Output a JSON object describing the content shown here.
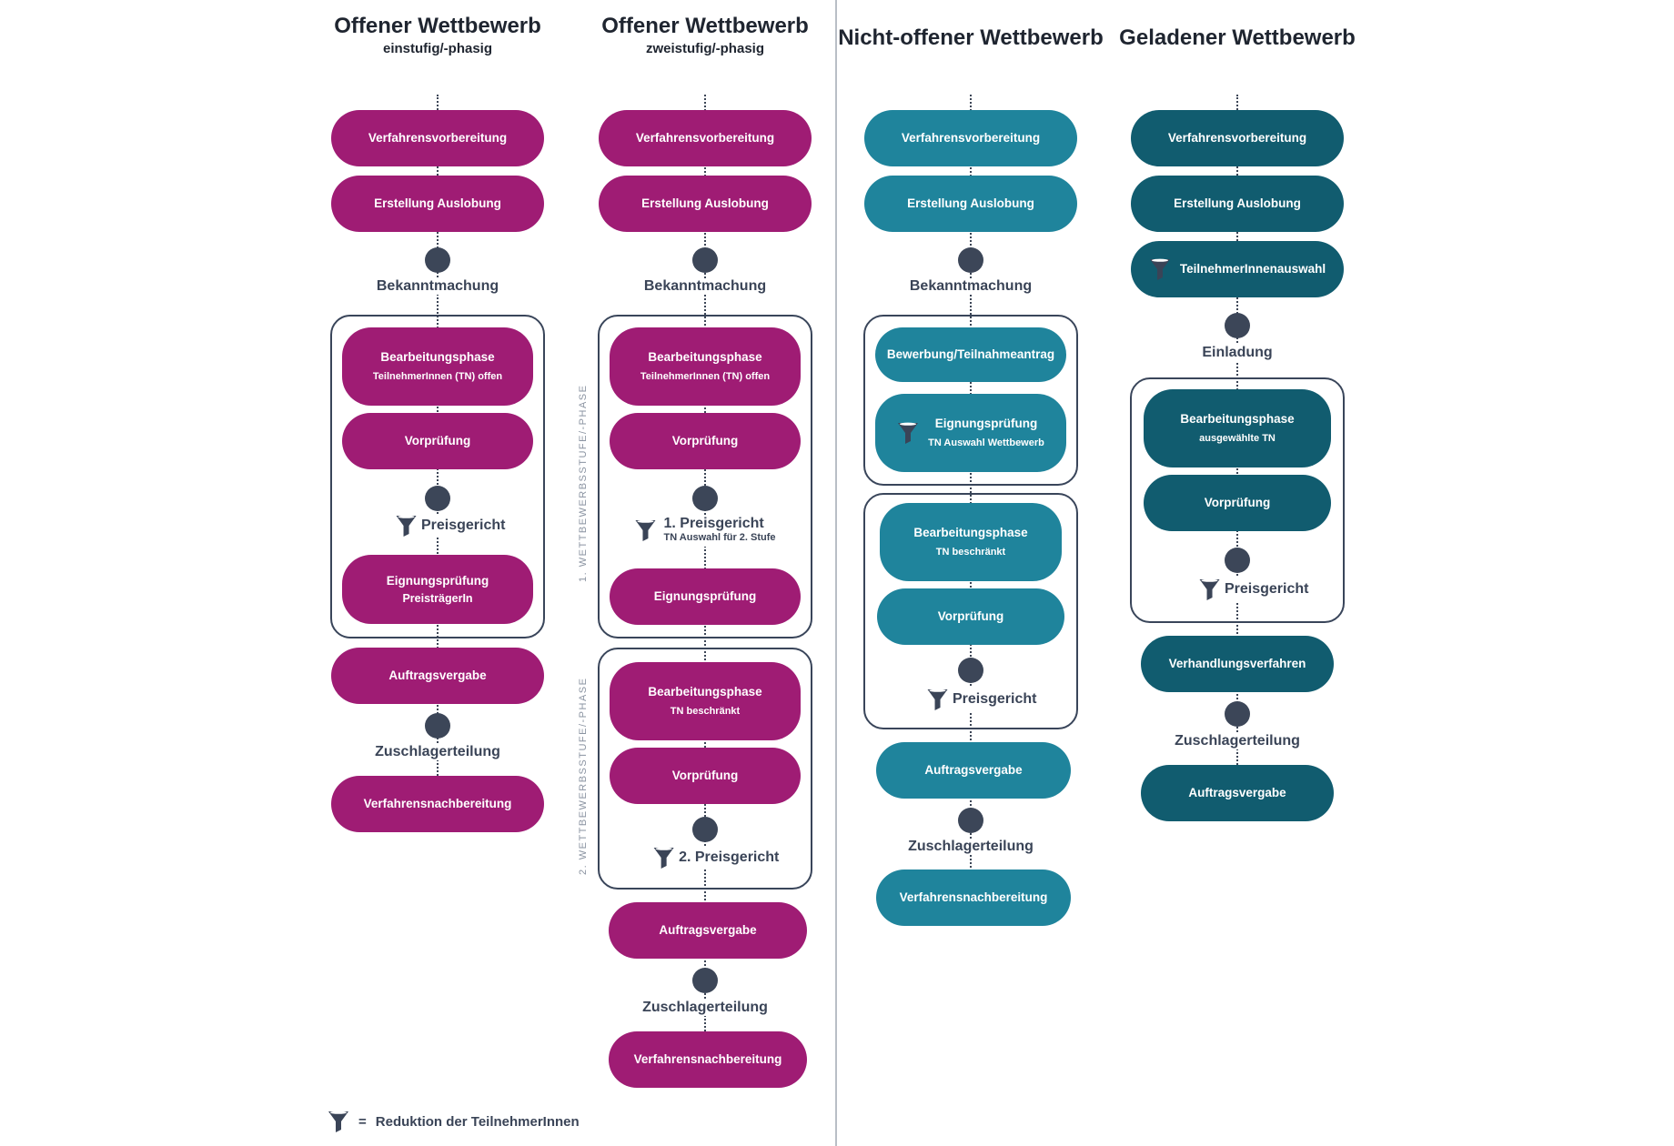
{
  "columns": [
    {
      "title": "Offener Wettbewerb",
      "subtitle": "einstufig/-phasig",
      "steps": {
        "s1": "Verfahrensvorbereitung",
        "s2": "Erstellung Auslobung",
        "n1": "Bekanntmachung",
        "p1": "Bearbeitungsphase",
        "p1s": "TeilnehmerInnen (TN) offen",
        "p2": "Vorprüfung",
        "n2": "Preisgericht",
        "p3": "Eignungsprüfung",
        "p3s": "PreisträgerIn",
        "s3": "Auftragsvergabe",
        "n3": "Zuschlagerteilung",
        "s4": "Verfahrensnachbereitung"
      }
    },
    {
      "title": "Offener Wettbewerb",
      "subtitle": "zweistufig/-phasig",
      "stage1_label": "1. WETTBEWERBSSTUFE/-PHASE",
      "stage2_label": "2. WETTBEWERBSSTUFE/-PHASE",
      "steps": {
        "s1": "Verfahrensvorbereitung",
        "s2": "Erstellung Auslobung",
        "n1": "Bekanntmachung",
        "p1": "Bearbeitungsphase",
        "p1s": "TeilnehmerInnen (TN) offen",
        "p2": "Vorprüfung",
        "n2": "1. Preisgericht",
        "n2s": "TN Auswahl für 2. Stufe",
        "p3": "Eignungsprüfung",
        "q1": "Bearbeitungsphase",
        "q1s": "TN beschränkt",
        "q2": "Vorprüfung",
        "n3": "2. Preisgericht",
        "s3": "Auftragsvergabe",
        "n4": "Zuschlagerteilung",
        "s4": "Verfahrensnachbereitung"
      }
    },
    {
      "title": "Nicht-offener Wettbewerb",
      "steps": {
        "s1": "Verfahrensvorbereitung",
        "s2": "Erstellung Auslobung",
        "n1": "Bekanntmachung",
        "b1": "Bewerbung/Teilnahmeantrag",
        "b2": "Eignungsprüfung",
        "b2s": "TN Auswahl Wettbewerb",
        "p1": "Bearbeitungsphase",
        "p1s": "TN beschränkt",
        "p2": "Vorprüfung",
        "n2": "Preisgericht",
        "s3": "Auftragsvergabe",
        "n3": "Zuschlagerteilung",
        "s4": "Verfahrensnachbereitung"
      }
    },
    {
      "title": "Geladener Wettbewerb",
      "steps": {
        "s1": "Verfahrensvorbereitung",
        "s2": "Erstellung Auslobung",
        "s3": "TeilnehmerInnenauswahl",
        "n1": "Einladung",
        "p1": "Bearbeitungsphase",
        "p1s": "ausgewählte TN",
        "p2": "Vorprüfung",
        "n2": "Preisgericht",
        "s4": "Verhandlungsverfahren",
        "n3": "Zuschlagerteilung",
        "s5": "Auftragsvergabe"
      }
    }
  ],
  "legend": {
    "equals": "=",
    "text": "Reduktion der TeilnehmerInnen",
    "icon": "funnel-icon"
  },
  "colors": {
    "magenta": "#9f1c74",
    "teal": "#1f849c",
    "dark_teal": "#115c6f",
    "node": "#3c4658"
  }
}
